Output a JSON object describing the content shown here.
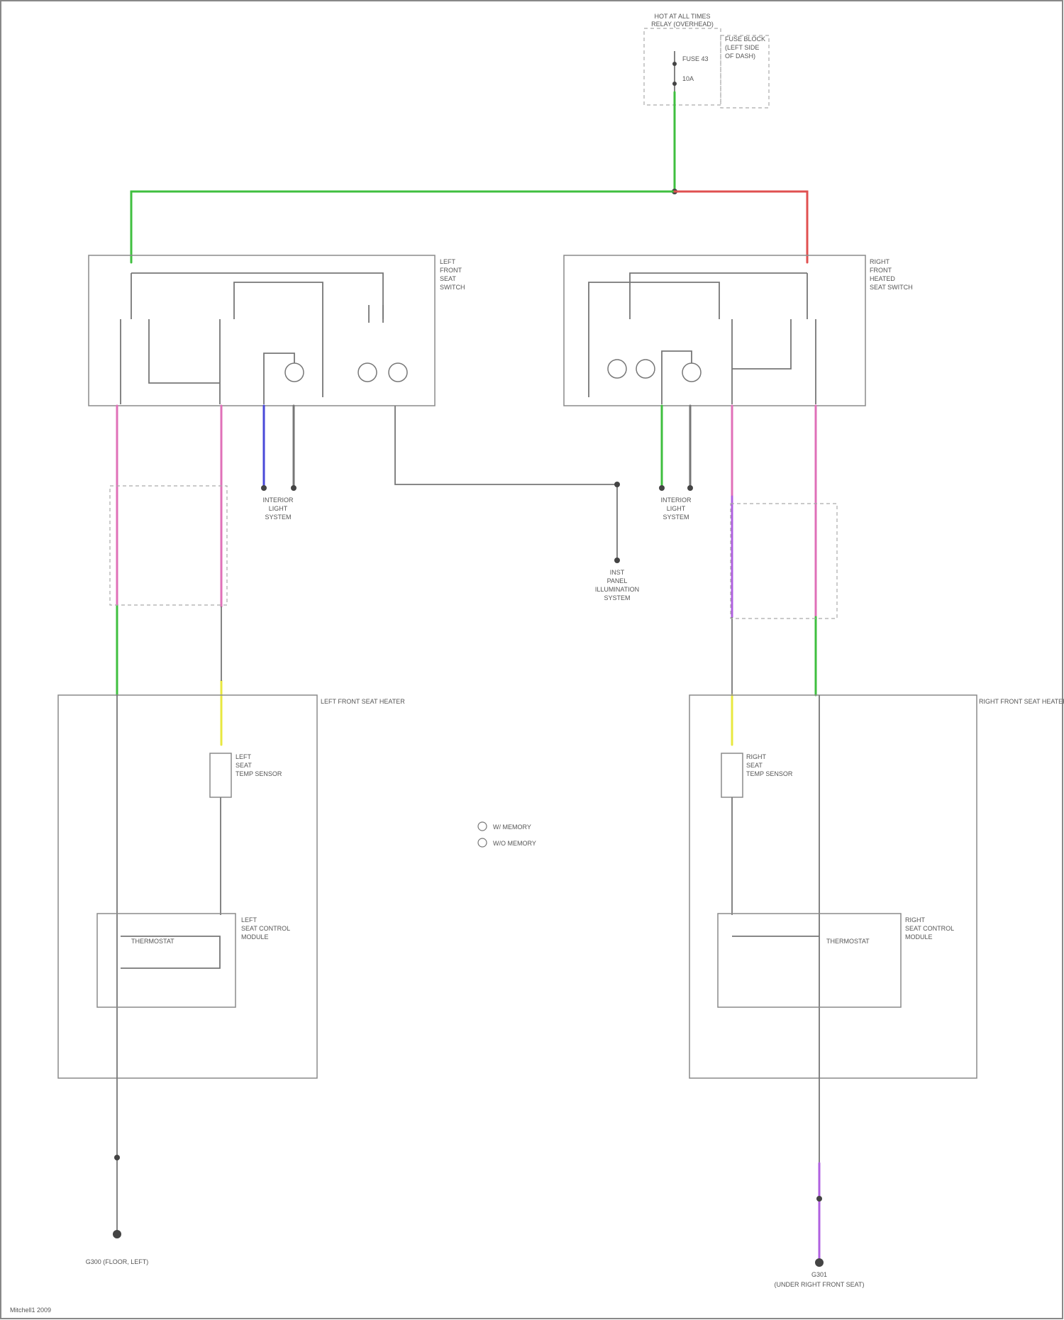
{
  "fuse": {
    "title_line1": "HOT AT ALL TIMES",
    "title_line2": "RELAY (OVERHEAD)",
    "side_line1": "FUSE BLOCK",
    "side_line2": "(LEFT SIDE",
    "side_line3": "OF DASH)",
    "fuse_name": "FUSE 43",
    "fuse_amp": "10A"
  },
  "modules": {
    "left_switch": [
      "LEFT",
      "FRONT",
      "SEAT",
      "SWITCH"
    ],
    "right_switch": [
      "RIGHT",
      "FRONT",
      "HEATED",
      "SEAT SWITCH"
    ],
    "left_heater": "LEFT FRONT SEAT HEATER",
    "right_heater": "RIGHT FRONT SEAT HEATER",
    "left_sensor": [
      "LEFT",
      "SEAT",
      "TEMP SENSOR"
    ],
    "right_sensor": [
      "RIGHT",
      "SEAT",
      "TEMP SENSOR"
    ],
    "left_control": [
      "LEFT",
      "SEAT CONTROL",
      "MODULE"
    ],
    "right_control": [
      "RIGHT",
      "SEAT CONTROL",
      "MODULE"
    ],
    "thermostat": "THERMOSTAT"
  },
  "grounds": {
    "left_bottom": "G300 (FLOOR, LEFT)",
    "right_bottom_line1": "G301",
    "right_bottom_line2": "(UNDER RIGHT FRONT SEAT)",
    "instrument": [
      "INST",
      "PANEL",
      "ILLUMINATION",
      "SYSTEM"
    ],
    "dimmer_left": [
      "INTERIOR",
      "LIGHT",
      "SYSTEM"
    ],
    "dimmer_right": [
      "INTERIOR",
      "LIGHT",
      "SYSTEM"
    ]
  },
  "legend": {
    "item1": "W/ MEMORY",
    "item2": "W/O MEMORY"
  },
  "footer": "Mitchell1 2009",
  "colors": {
    "green": "#3fbf3f",
    "red": "#e05050",
    "pink": "#e070b8",
    "purple": "#b060e0",
    "yellow": "#e8e840",
    "blue": "#4a4ad8",
    "gray": "#777777"
  }
}
